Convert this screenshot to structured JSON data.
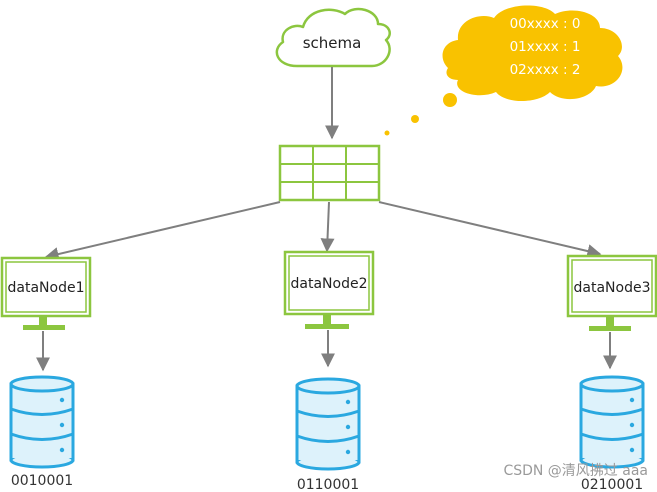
{
  "diagram": {
    "schema_label": "schema",
    "routing_rules": [
      "00xxxx : 0",
      "01xxxx : 1",
      "02xxxx : 2"
    ],
    "nodes": [
      {
        "label": "dataNode1",
        "db_id": "0010001"
      },
      {
        "label": "dataNode2",
        "db_id": "0110001"
      },
      {
        "label": "dataNode3",
        "db_id": "0210001"
      }
    ],
    "watermark": "CSDN @清风拂过 aaa"
  },
  "colors": {
    "green": "#8CC63F",
    "blue": "#2AA8E0",
    "light_blue": "#DDF2FB",
    "arrow": "#7F7F7F",
    "bubble": "#F9C200"
  }
}
